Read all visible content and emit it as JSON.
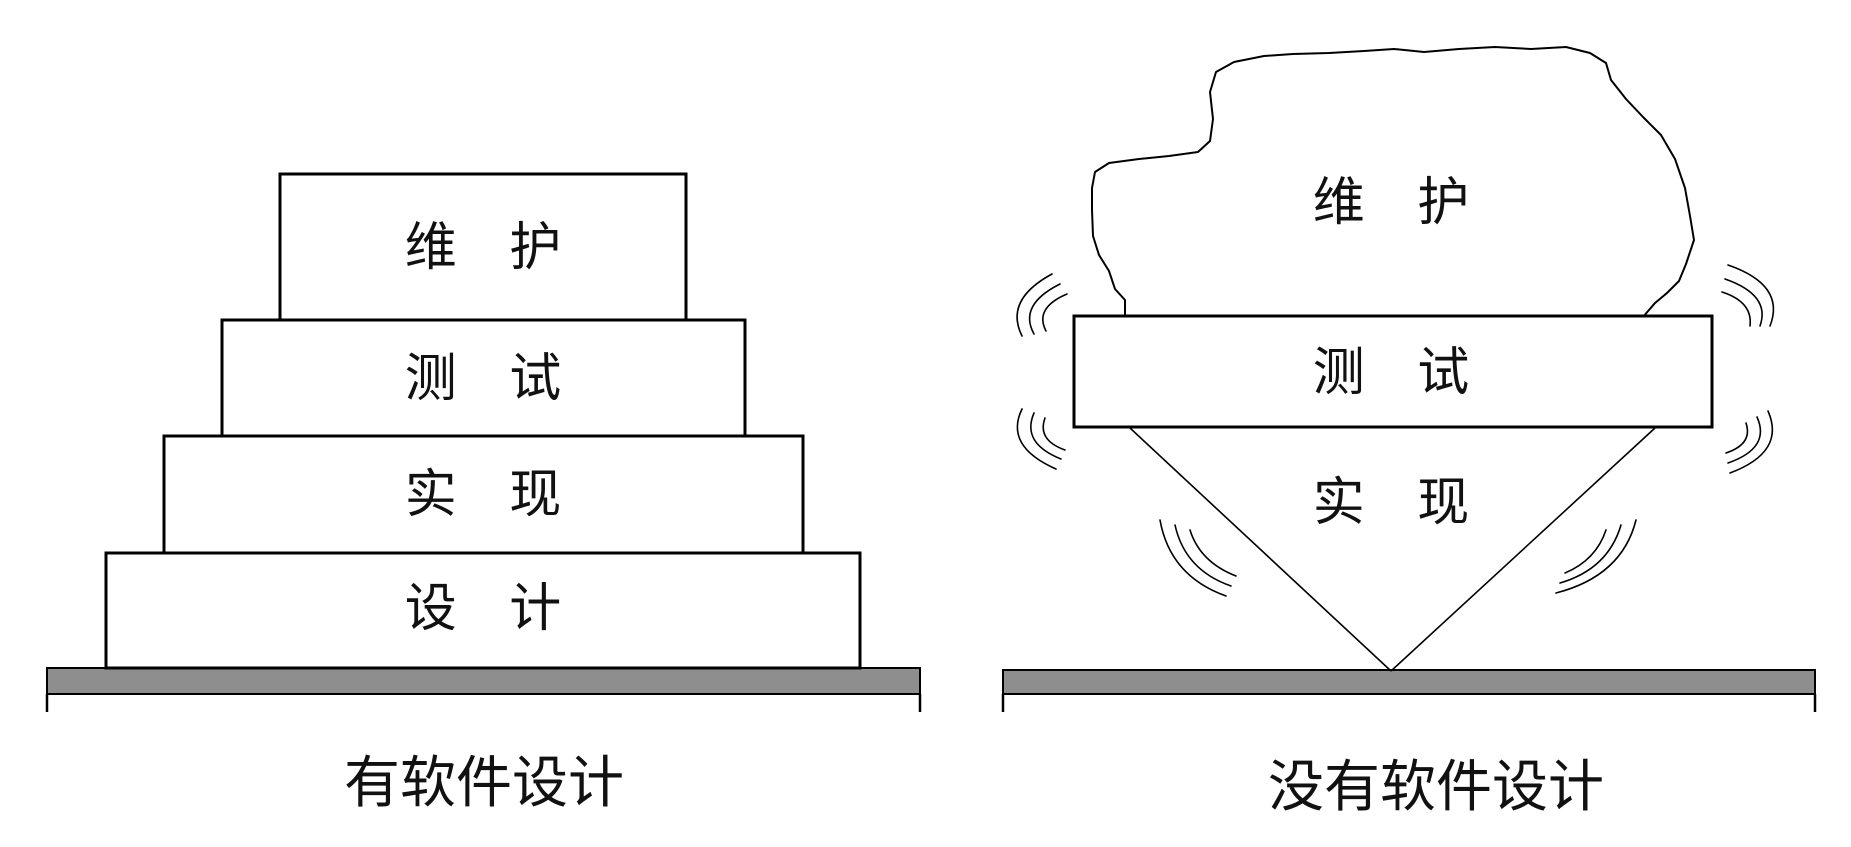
{
  "left_diagram": {
    "caption": "有软件设计",
    "layers": [
      {
        "label": "维 护"
      },
      {
        "label": "测 试"
      },
      {
        "label": "实 现"
      },
      {
        "label": "设 计"
      }
    ]
  },
  "right_diagram": {
    "caption": "没有软件设计",
    "maintenance_label": "维 护",
    "testing_label": "测 试",
    "implementation_label": "实 现"
  },
  "colors": {
    "line": "#000000",
    "ground_fill": "#8e8e8e",
    "background": "#ffffff"
  }
}
